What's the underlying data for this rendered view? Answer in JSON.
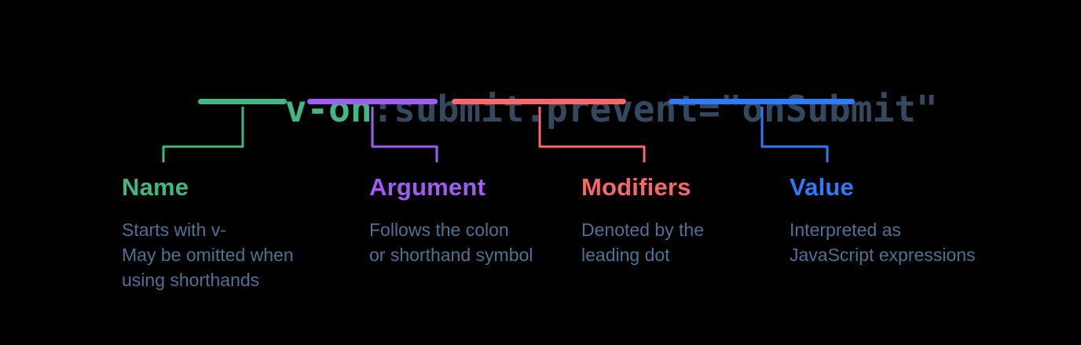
{
  "colors": {
    "background": "#000000",
    "name": "#41b883",
    "argument": "#a05df6",
    "modifiers": "#f96868",
    "value": "#2f7af7",
    "code_secondary": "#35495e",
    "description_text": "#4f7294"
  },
  "code": {
    "name": "v-on",
    "colon": ":",
    "argument": "submit",
    "dot": ".",
    "modifier": "prevent",
    "equals_quote": "=\"",
    "value": "onSubmit",
    "closing_quote": "\""
  },
  "annotations": [
    {
      "title": "Name",
      "description": "Starts with v-\nMay be omitted when\nusing shorthands"
    },
    {
      "title": "Argument",
      "description": "Follows the colon\nor shorthand symbol"
    },
    {
      "title": "Modifiers",
      "description": "Denoted by the\nleading dot"
    },
    {
      "title": "Value",
      "description": "Interpreted as\nJavaScript expressions"
    }
  ]
}
